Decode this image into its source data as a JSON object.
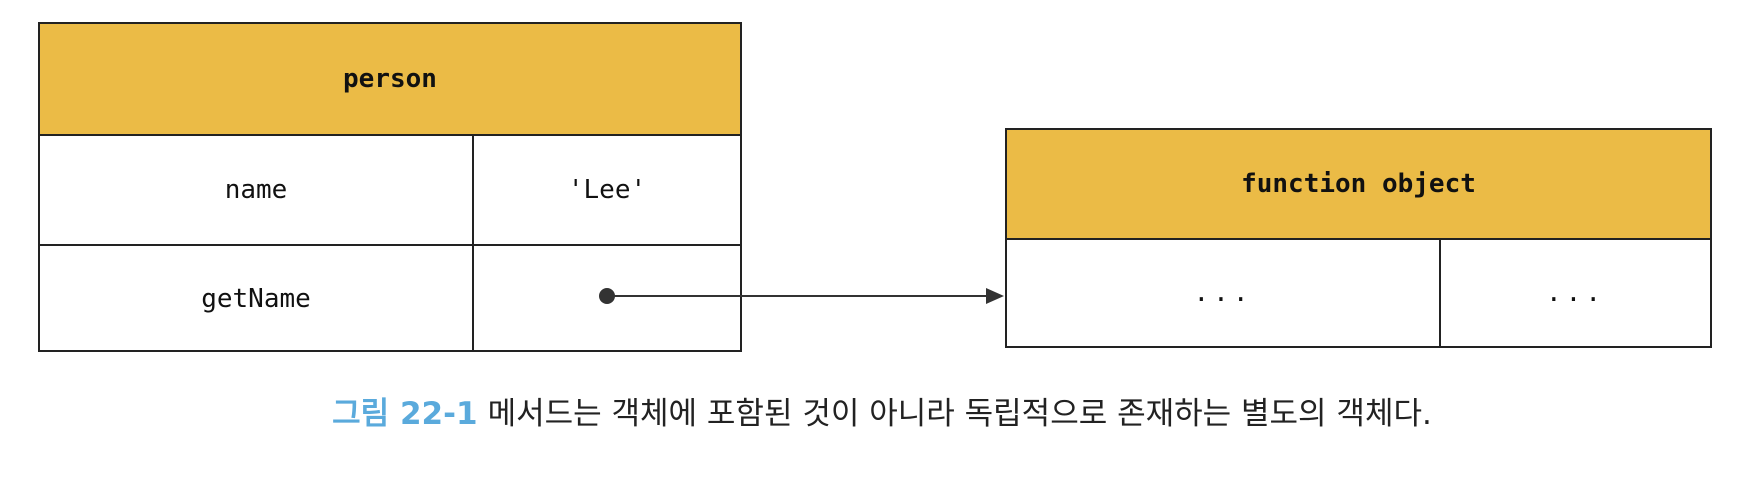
{
  "person": {
    "title": "person",
    "rows": [
      {
        "key": "name",
        "value": "'Lee'"
      },
      {
        "key": "getName",
        "value": ""
      }
    ]
  },
  "function_object": {
    "title": "function object",
    "cells": [
      "...",
      "..."
    ]
  },
  "caption": {
    "label": "그림 22-1",
    "text": "메서드는 객체에 포함된 것이 아니라 독립적으로 존재하는 별도의 객체다."
  },
  "colors": {
    "header_fill": "#ebbb46",
    "caption_label": "#5aaadc",
    "stroke": "#222222"
  }
}
